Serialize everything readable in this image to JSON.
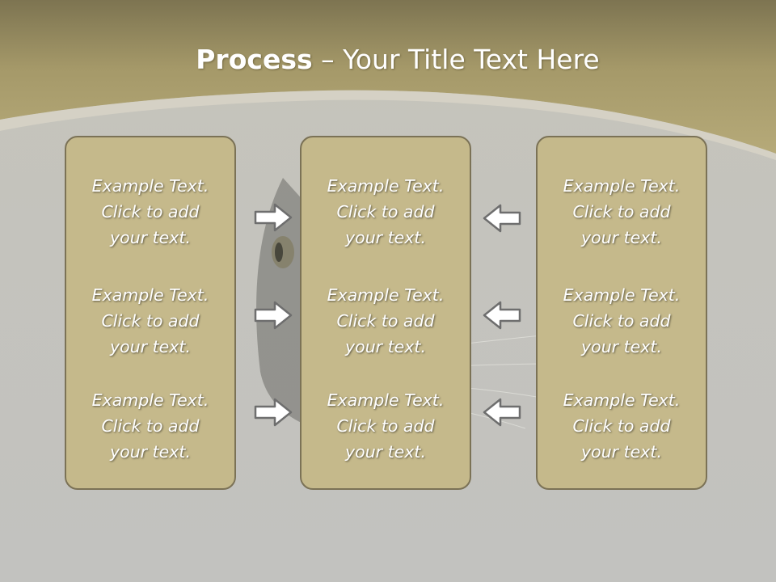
{
  "title": {
    "strong": "Process",
    "rest": " – Your Title Text Here"
  },
  "columns": [
    {
      "items": [
        "Example Text.\nClick  to add\nyour text.",
        "Example Text.\nClick  to add\nyour text.",
        "Example Text.\nClick  to add\nyour text."
      ]
    },
    {
      "items": [
        "Example Text.\nClick  to add\nyour text.",
        "Example Text.\nClick  to add\nyour text.",
        "Example Text.\nClick  to add\nyour text."
      ]
    },
    {
      "items": [
        "Example Text.\nClick  to add\nyour text.",
        "Example Text.\nClick  to add\nyour text.",
        "Example Text.\nClick  to add\nyour text."
      ]
    }
  ],
  "arrows": {
    "left_to_center": "right-arrow-icon",
    "right_to_center": "left-arrow-icon"
  },
  "colors": {
    "header": "#a99d6e",
    "box_fill": "#c5b98b",
    "box_border": "#7b7256",
    "background": "#c4c3bd"
  }
}
